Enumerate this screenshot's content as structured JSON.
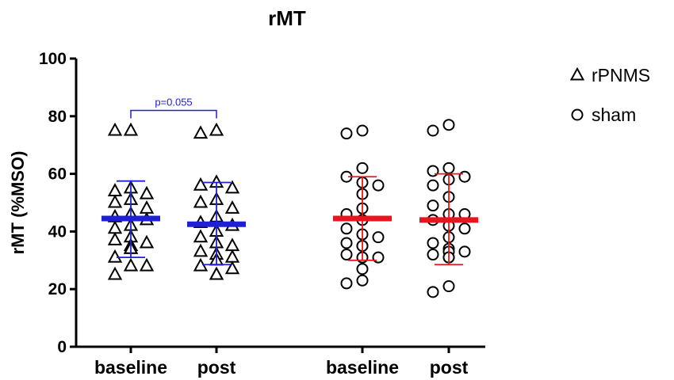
{
  "chart_data": {
    "type": "scatter",
    "title": "rMT",
    "ylabel": "rMT (%MSO)",
    "xlabel": "",
    "ylim": [
      0,
      100
    ],
    "yticks": [
      0,
      20,
      40,
      60,
      80,
      100
    ],
    "categories": [
      "baseline",
      "post",
      "baseline",
      "post"
    ],
    "grid": false,
    "legend_position": "top-right",
    "series": [
      {
        "name": "rPNMS",
        "marker": "triangle",
        "groups": [
          {
            "category": "baseline",
            "mean": 44.5,
            "sd_low": 31,
            "sd_high": 57.5,
            "values": [
              75,
              75,
              55,
              54,
              53,
              51,
              50,
              48,
              46,
              45,
              44,
              42,
              41,
              38,
              37,
              36,
              35,
              34,
              34,
              31,
              28,
              28,
              25
            ]
          },
          {
            "category": "post",
            "mean": 42.5,
            "sd_low": 28.5,
            "sd_high": 57,
            "values": [
              75,
              74,
              57,
              56,
              55,
              51,
              50,
              48,
              45,
              43,
              42,
              40,
              38,
              36,
              35,
              33,
              32,
              31,
              30,
              28,
              27,
              25,
              25
            ]
          }
        ]
      },
      {
        "name": "sham",
        "marker": "circle",
        "groups": [
          {
            "category": "baseline",
            "mean": 44.5,
            "sd_low": 30,
            "sd_high": 59,
            "values": [
              75,
              74,
              62,
              59,
              57,
              56,
              53,
              48,
              46,
              44,
              41,
              39,
              38,
              36,
              35,
              35,
              32,
              31,
              31,
              27,
              23,
              22
            ]
          },
          {
            "category": "post",
            "mean": 44,
            "sd_low": 28.5,
            "sd_high": 60,
            "values": [
              77,
              75,
              62,
              61,
              59,
              58,
              56,
              52,
              49,
              46,
              46,
              44,
              42,
              41,
              38,
              36,
              34,
              33,
              33,
              32,
              31,
              31,
              21,
              19
            ]
          }
        ]
      }
    ],
    "annotations": [
      {
        "text": "p=0.055",
        "between": [
          "baseline",
          "post"
        ],
        "series": "rPNMS"
      }
    ],
    "colors": {
      "rPNMS_bar": "#1f1fd6",
      "sham_bar": "#e8141e",
      "annotation": "#2020c8",
      "axis": "#000000"
    }
  }
}
